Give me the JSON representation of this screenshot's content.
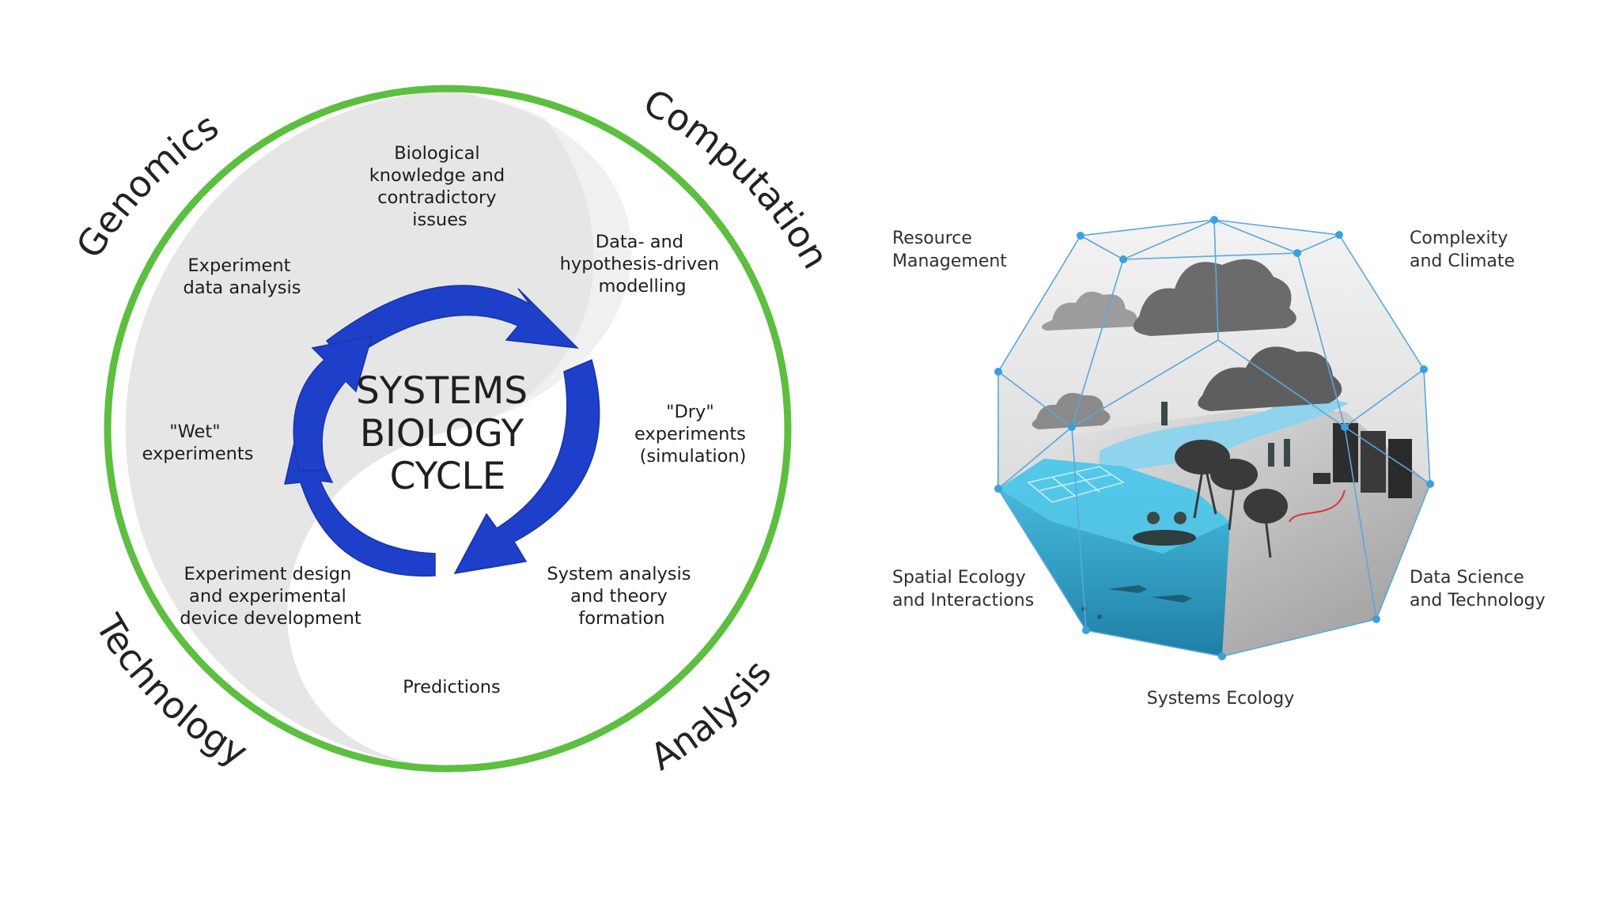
{
  "systems_biology": {
    "center_title": [
      "SYSTEMS",
      "BIOLOGY",
      "CYCLE"
    ],
    "arc_labels": {
      "genomics": "Genomics",
      "computation": "Computation",
      "technology": "Technology",
      "analysis": "Analysis"
    },
    "steps": {
      "biological_knowledge": [
        "Biological",
        "knowledge and",
        "contradictory",
        "issues"
      ],
      "data_modelling": [
        "Data- and",
        "hypothesis-driven",
        "modelling"
      ],
      "dry_experiments": [
        "\"Dry\"",
        "experiments",
        "(simulation)"
      ],
      "system_analysis": [
        "System analysis",
        "and theory",
        "formation"
      ],
      "predictions": [
        "Predictions"
      ],
      "experiment_design": [
        "Experiment design",
        "and experimental",
        "device development"
      ],
      "wet_experiments": [
        "\"Wet\"",
        "experiments"
      ],
      "data_analysis": [
        "Experiment",
        "data analysis"
      ]
    },
    "colors": {
      "ring": "#5cbf3f",
      "arrows": "#1d3fc9",
      "swirl": "#e4e4e4"
    }
  },
  "systems_ecology": {
    "labels": {
      "resource_management": [
        "Resource",
        "Management"
      ],
      "complexity_climate": [
        "Complexity",
        "and Climate"
      ],
      "spatial_ecology": [
        "Spatial Ecology",
        "and Interactions"
      ],
      "data_science": [
        "Data Science",
        "and Technology"
      ],
      "systems_ecology": [
        "Systems Ecology"
      ]
    },
    "colors": {
      "edges": "#5aa8d8",
      "water": "#3fb2d8",
      "clouds": "#6b6b6b"
    }
  }
}
